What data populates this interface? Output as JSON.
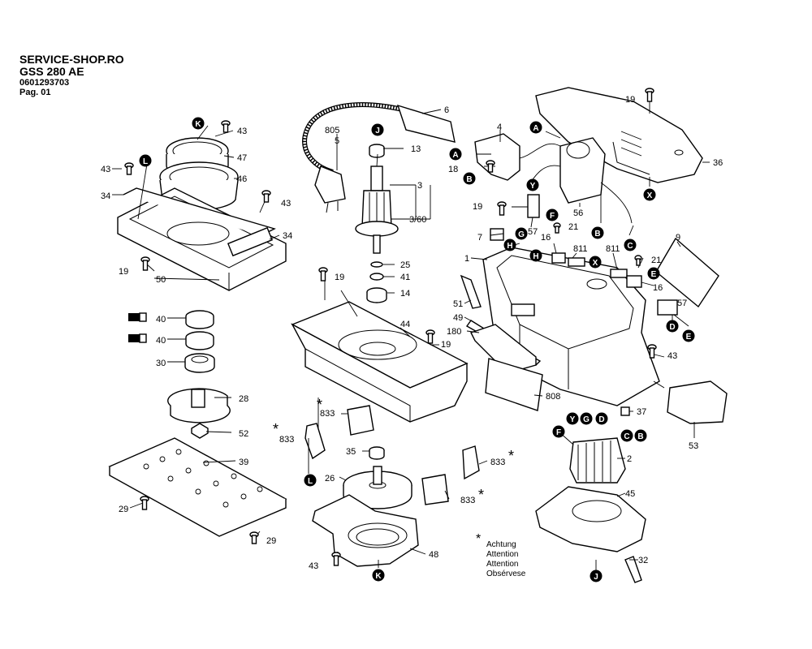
{
  "header": {
    "shop": "SERVICE-SHOP.RO",
    "model": "GSS 280 AE",
    "code": "0601293703",
    "page": "Pag. 01"
  },
  "legend": {
    "star": "*",
    "lines": [
      "Achtung",
      "Attention",
      "Attention",
      "Obsérvese"
    ]
  },
  "labels": {
    "l2": "2",
    "l3": "3",
    "l3_60": "3/60",
    "l4": "4",
    "l5": "5",
    "l6": "6",
    "l1": "1",
    "l9": "9",
    "l13": "13",
    "l14": "14",
    "l16a": "16",
    "l16b": "16",
    "l18": "18",
    "l19a": "19",
    "l19b": "19",
    "l19c": "19",
    "l19d": "19",
    "l19e": "19",
    "l21a": "21",
    "l21b": "21",
    "l25": "25",
    "l26": "26",
    "l28": "28",
    "l29a": "29",
    "l29b": "29",
    "l30": "30",
    "l32": "32",
    "l34a": "34",
    "l34b": "34",
    "l35": "35",
    "l36": "36",
    "l37": "37",
    "l39": "39",
    "l40a": "40",
    "l40b": "40",
    "l41": "41",
    "l43a": "43",
    "l43b": "43",
    "l43c": "43",
    "l43d": "43",
    "l43e": "43",
    "l44": "44",
    "l45": "45",
    "l46": "46",
    "l47": "47",
    "l48": "48",
    "l49": "49",
    "l50": "50",
    "l51": "51",
    "l52": "52",
    "l53": "53",
    "l56": "56",
    "l57a": "57",
    "l57b": "57",
    "l180": "180",
    "l805": "805",
    "l808": "808",
    "l811a": "811",
    "l811b": "811",
    "l833a": "833",
    "l833b": "833",
    "l833c": "833",
    "l833d": "833"
  },
  "markers": {
    "K": "K",
    "L": "L",
    "J": "J",
    "A": "A",
    "B": "B",
    "C": "C",
    "D": "D",
    "E": "E",
    "F": "F",
    "G": "G",
    "H": "H",
    "X": "X",
    "Y": "Y"
  },
  "stars": "*"
}
